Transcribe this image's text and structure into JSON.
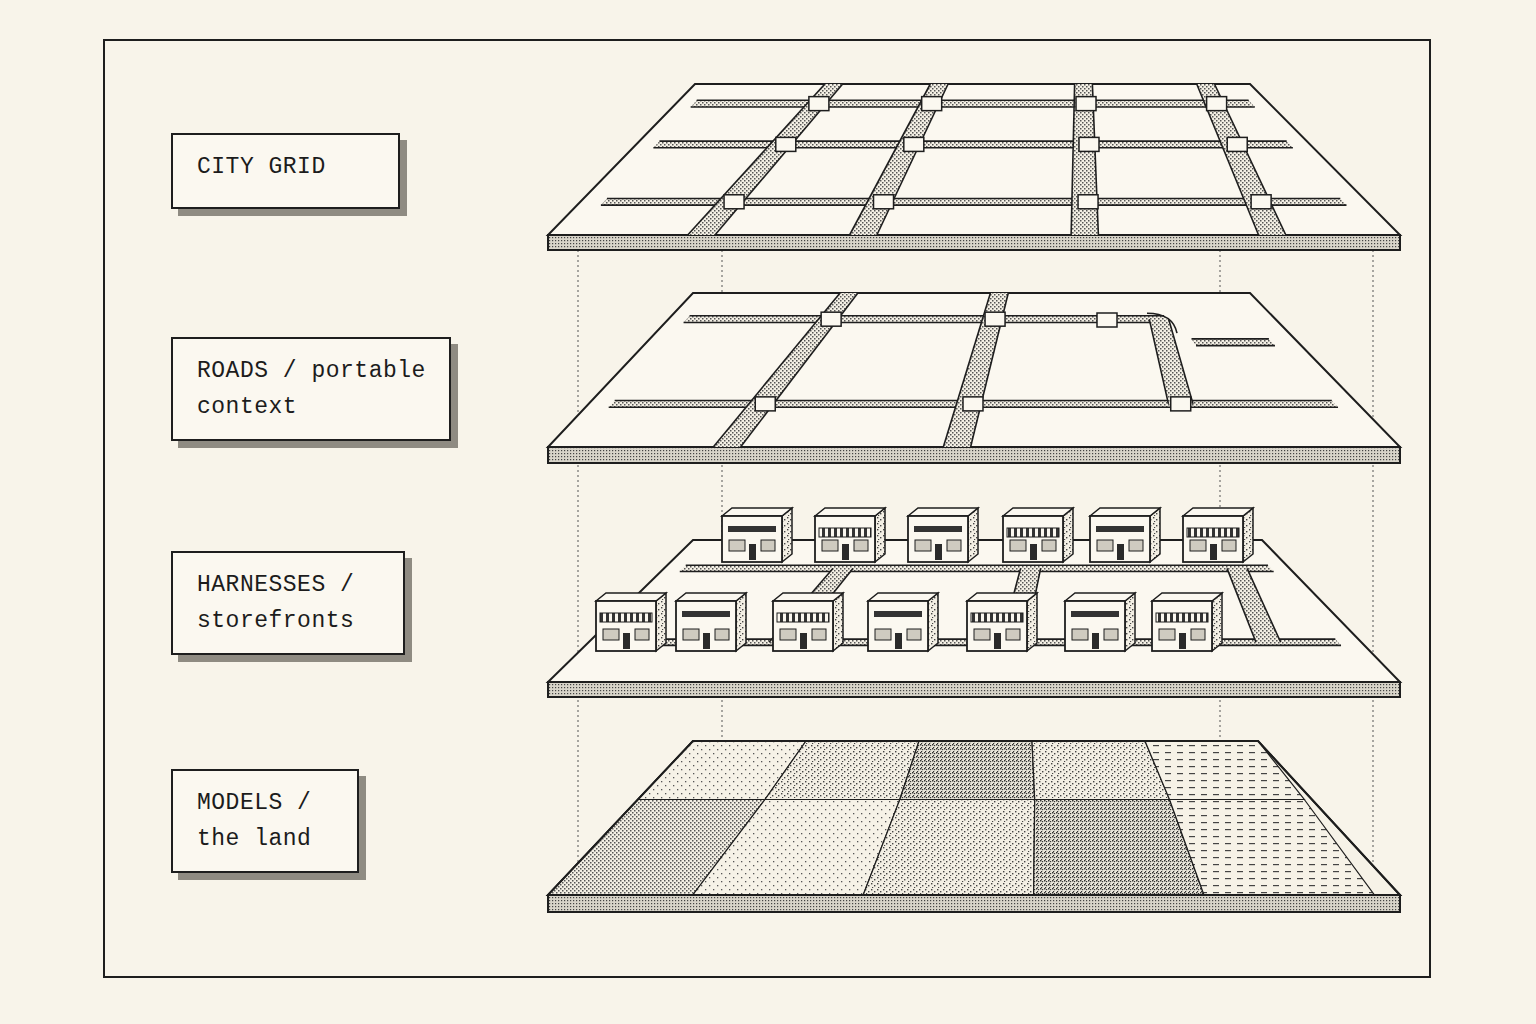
{
  "diagram": {
    "nodes": [
      {
        "text": [
          "CITY GRID"
        ]
      },
      {
        "text": [
          "ROADS / portable context"
        ]
      },
      {
        "text": [
          "HARNESSES / storefronts"
        ]
      },
      {
        "text": [
          "MODELS / the land"
        ]
      }
    ]
  }
}
